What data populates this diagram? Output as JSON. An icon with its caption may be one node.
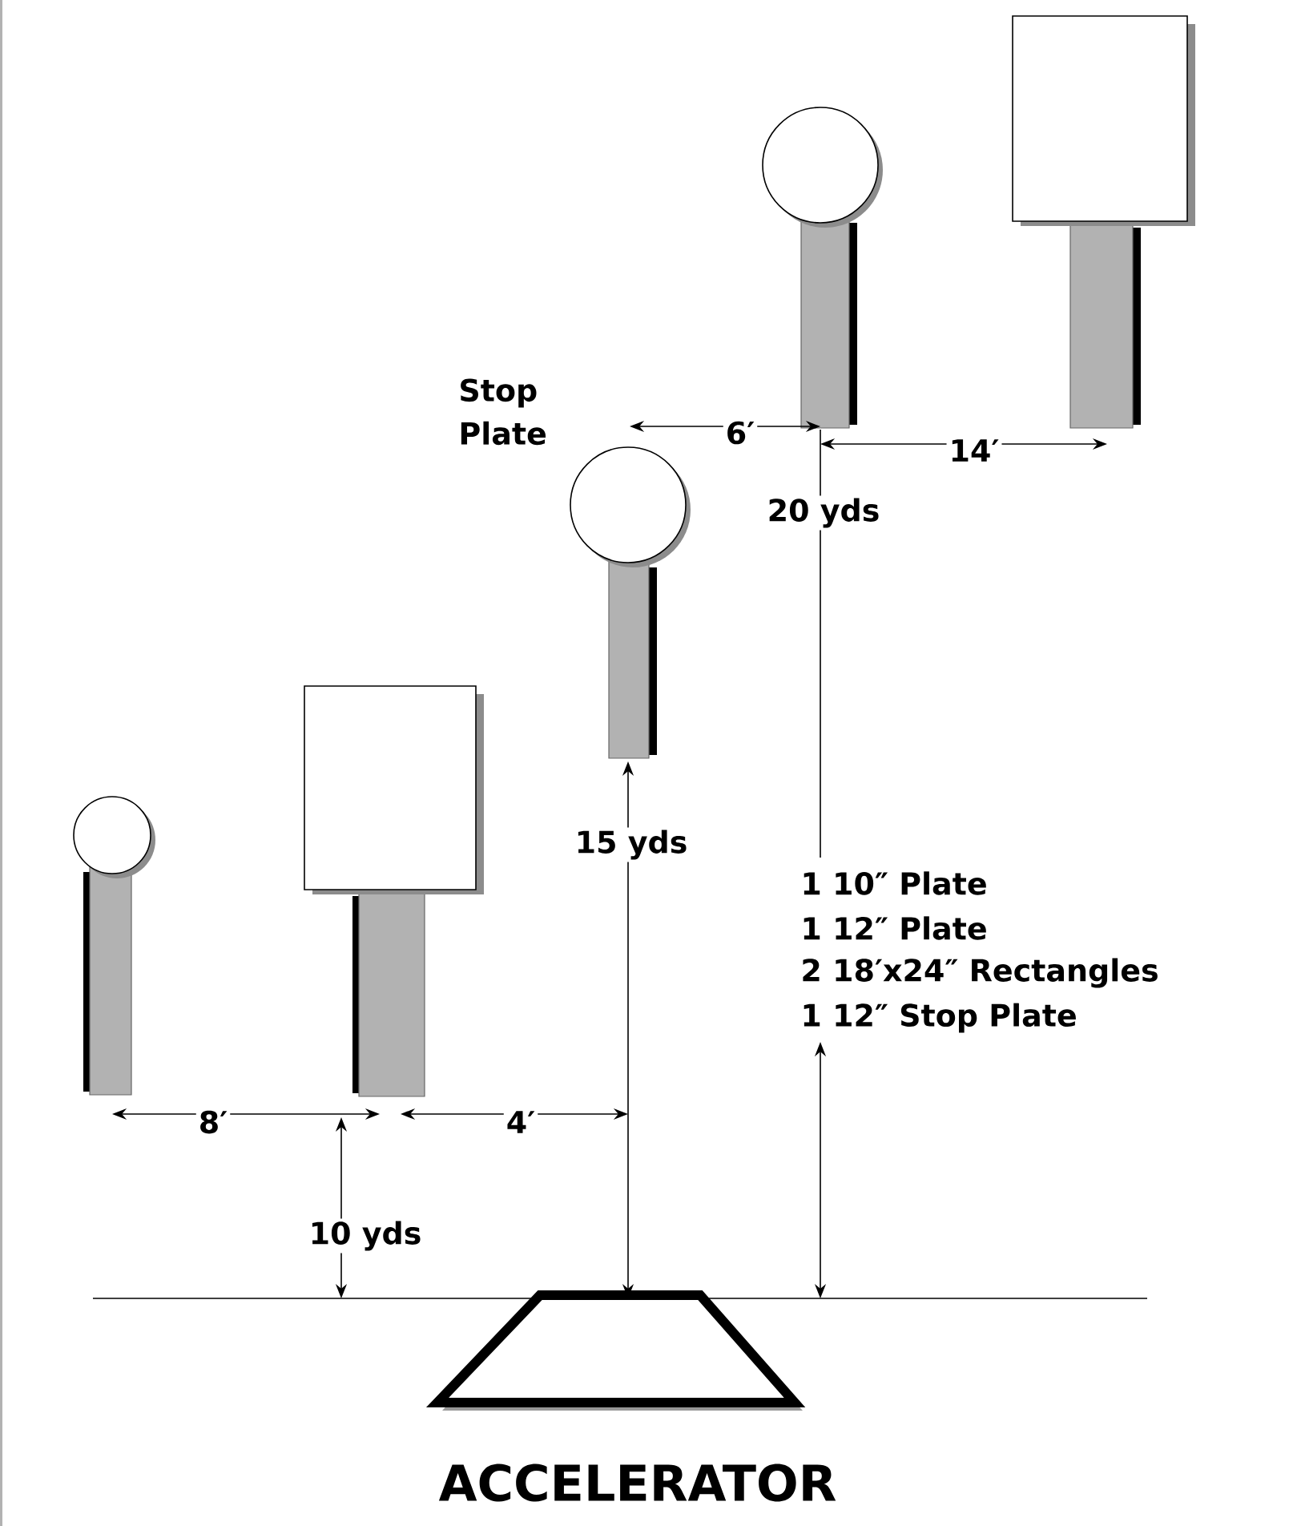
{
  "diagram": {
    "labels": [
      "Stop Plate",
      "6′",
      "14′",
      "20 yds",
      "15 yds",
      "1 10″ Plate",
      "1 12″ Plate",
      "2 18′x24″ Rectangles",
      "1 12″ Stop Plate",
      "8′",
      "4′",
      "10 yds",
      "ACCELERATOR"
    ]
  }
}
